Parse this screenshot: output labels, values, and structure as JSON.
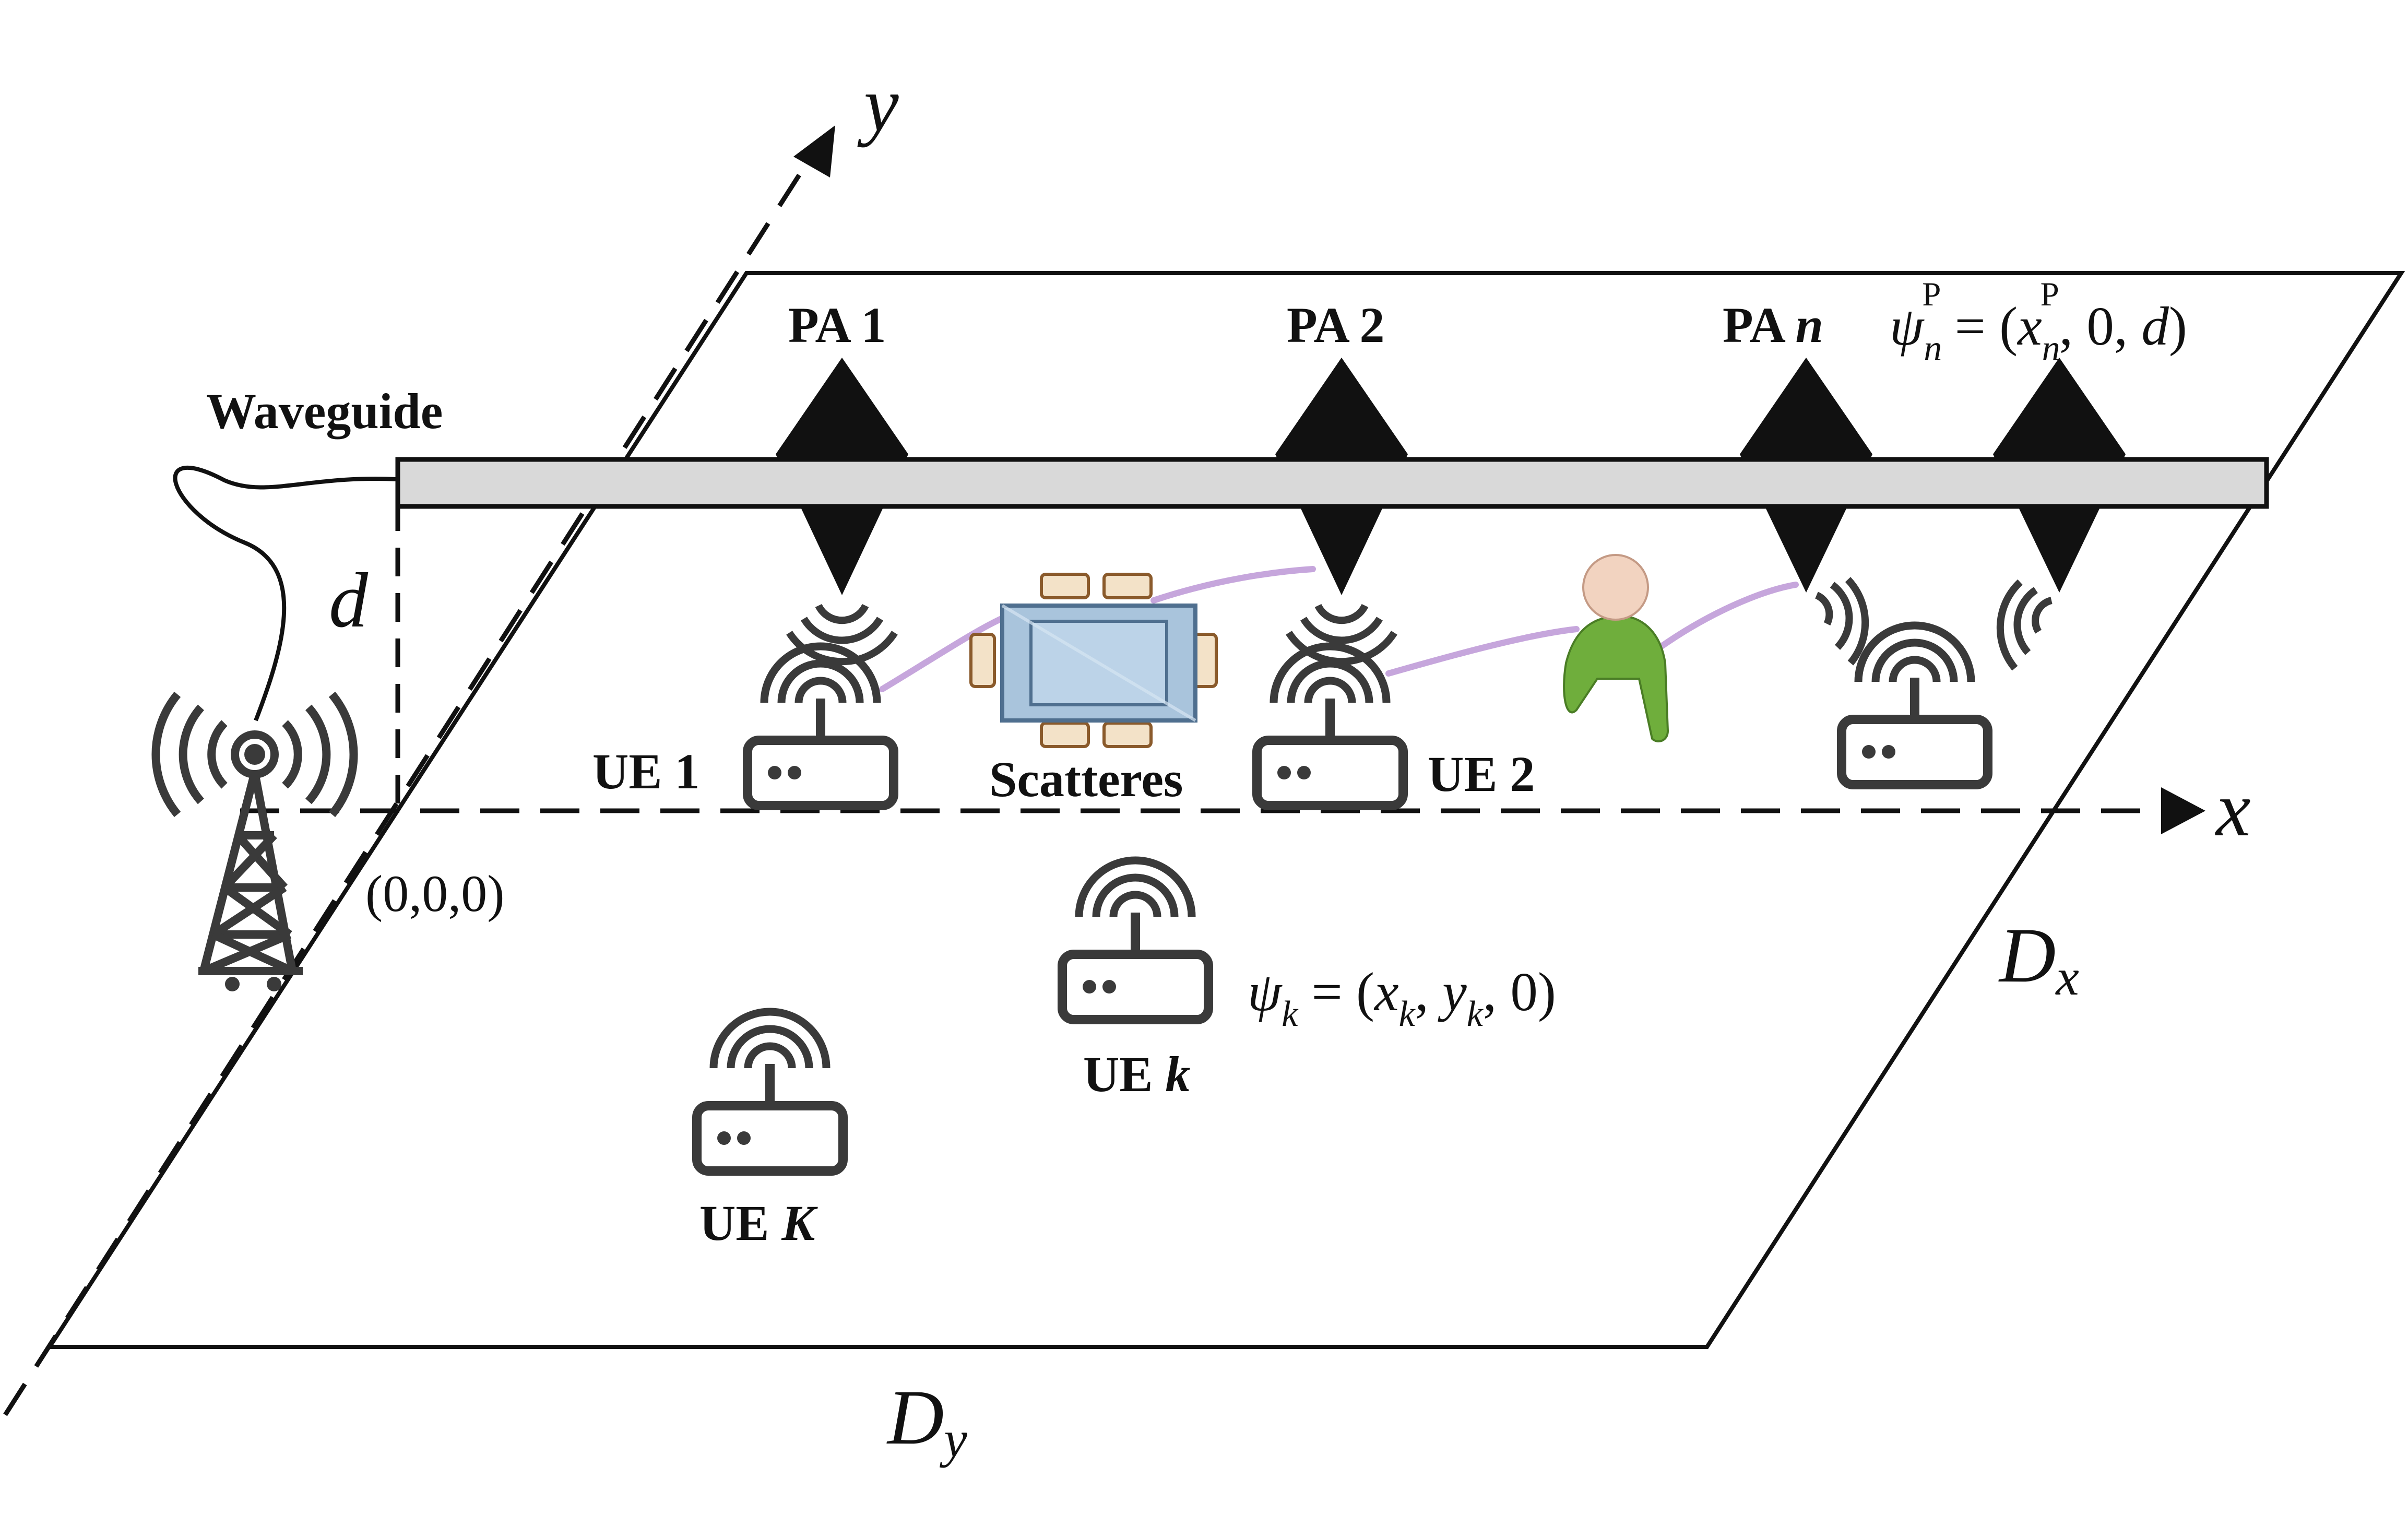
{
  "axes": {
    "x_label": "x",
    "y_label": "y",
    "origin_label": "(0,0,0)"
  },
  "waveguide": {
    "label": "Waveguide",
    "height_label": "d"
  },
  "dimensions": {
    "dx_main": "D",
    "dx_sub": "x",
    "dy_main": "D",
    "dy_sub": "y"
  },
  "pinching_antennas": [
    {
      "label_pre": "PA ",
      "label_var": "1"
    },
    {
      "label_pre": "PA ",
      "label_var": "2"
    },
    {
      "label_pre": "PA ",
      "label_var": "n"
    },
    {
      "label_pre": "",
      "label_var": ""
    }
  ],
  "pa_position": {
    "psi": "ψ",
    "sub": "n",
    "sup": "P",
    "eq": " = (",
    "x": "x",
    "x_sub": "n",
    "x_sup": "P",
    "rest": ", 0, ",
    "d": "d",
    "close": ")"
  },
  "user_equipments": [
    {
      "label_pre": "UE ",
      "label_var": "1"
    },
    {
      "label_pre": "UE ",
      "label_var": "2"
    },
    {
      "label_pre": "",
      "label_var": ""
    },
    {
      "label_pre": "UE ",
      "label_var": "k"
    },
    {
      "label_pre": "UE ",
      "label_var": "K"
    }
  ],
  "ue_position": {
    "psi": "ψ",
    "sub": "k",
    "eq": " = (",
    "x": "x",
    "x_sub": "k",
    "comma1": ", ",
    "y": "y",
    "y_sub": "k",
    "rest": ", 0)"
  },
  "scatterers": {
    "label": "Scatteres"
  },
  "colors": {
    "waveguide_fill": "#d9d9d9",
    "link_color": "#c6a6dc",
    "table_fill": "#a9c4dc",
    "chair_color": "#8a5a2b",
    "person_shirt": "#6fae3c",
    "person_head": "#f2d3c0"
  }
}
